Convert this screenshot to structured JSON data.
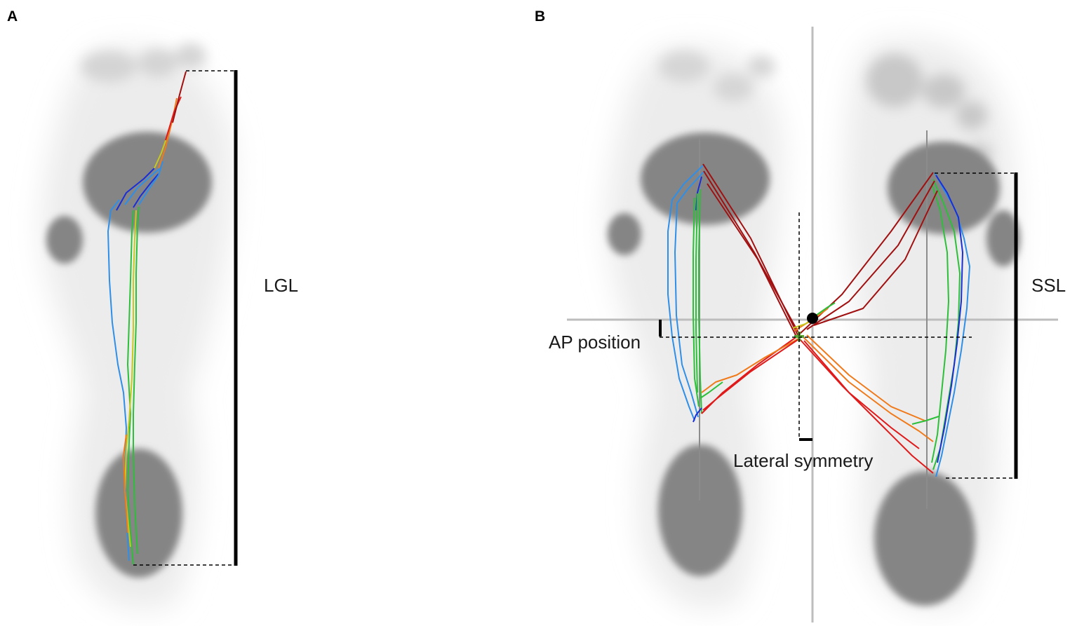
{
  "panels": {
    "a": {
      "letter": "A",
      "length_label": "LGL"
    },
    "b": {
      "letter": "B",
      "length_label": "SSL",
      "ap_label": "AP position",
      "lateral_label": "Lateral symmetry"
    }
  },
  "colors": {
    "footprint": "#808080",
    "footprint_halo": "#e6e6e6",
    "axis": "#bdbdbd",
    "trajectory_gradient": [
      "#1a2ed6",
      "#2f8fe8",
      "#2dbf3a",
      "#c8c81e",
      "#f07a1a",
      "#e01a1a",
      "#a11010"
    ],
    "marker_center": "#000000",
    "marker_cross": "#5aa832"
  }
}
